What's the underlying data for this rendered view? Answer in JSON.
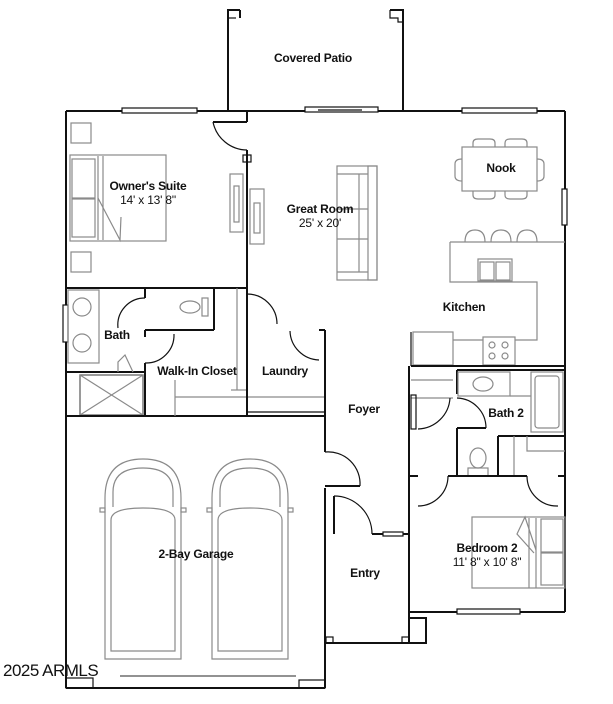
{
  "plan": {
    "rooms": {
      "covered_patio": {
        "name": "Covered Patio"
      },
      "owners_suite": {
        "name": "Owner's Suite",
        "dimensions": "14' x 13' 8\""
      },
      "great_room": {
        "name": "Great Room",
        "dimensions": "25' x 20'"
      },
      "nook": {
        "name": "Nook"
      },
      "kitchen": {
        "name": "Kitchen"
      },
      "bath": {
        "name": "Bath"
      },
      "walk_in_closet": {
        "name": "Walk-In Closet"
      },
      "laundry": {
        "name": "Laundry"
      },
      "foyer": {
        "name": "Foyer"
      },
      "bath_2": {
        "name": "Bath 2"
      },
      "bedroom_2": {
        "name": "Bedroom 2",
        "dimensions": "11' 8\" x 10' 8\""
      },
      "garage": {
        "name": "2-Bay Garage"
      },
      "entry": {
        "name": "Entry"
      }
    },
    "copyright": "2025 ARMLS",
    "colors": {
      "wall": "#111111",
      "furniture": "#8a8a8a",
      "background": "#ffffff"
    }
  }
}
